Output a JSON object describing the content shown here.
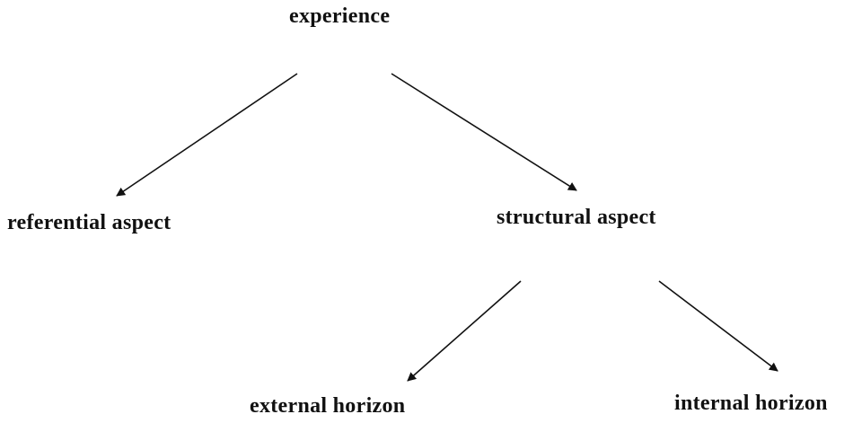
{
  "diagram": {
    "nodes": {
      "experience": "experience",
      "referential_aspect": "referential aspect",
      "structural_aspect": "structural aspect",
      "external_horizon": "external horizon",
      "internal_horizon": "internal horizon"
    },
    "edges": [
      {
        "from": "experience",
        "to": "referential_aspect"
      },
      {
        "from": "experience",
        "to": "structural_aspect"
      },
      {
        "from": "structural_aspect",
        "to": "external_horizon"
      },
      {
        "from": "structural_aspect",
        "to": "internal_horizon"
      }
    ],
    "colors": {
      "line": "#111111",
      "text": "#111111",
      "background": "#ffffff"
    }
  }
}
